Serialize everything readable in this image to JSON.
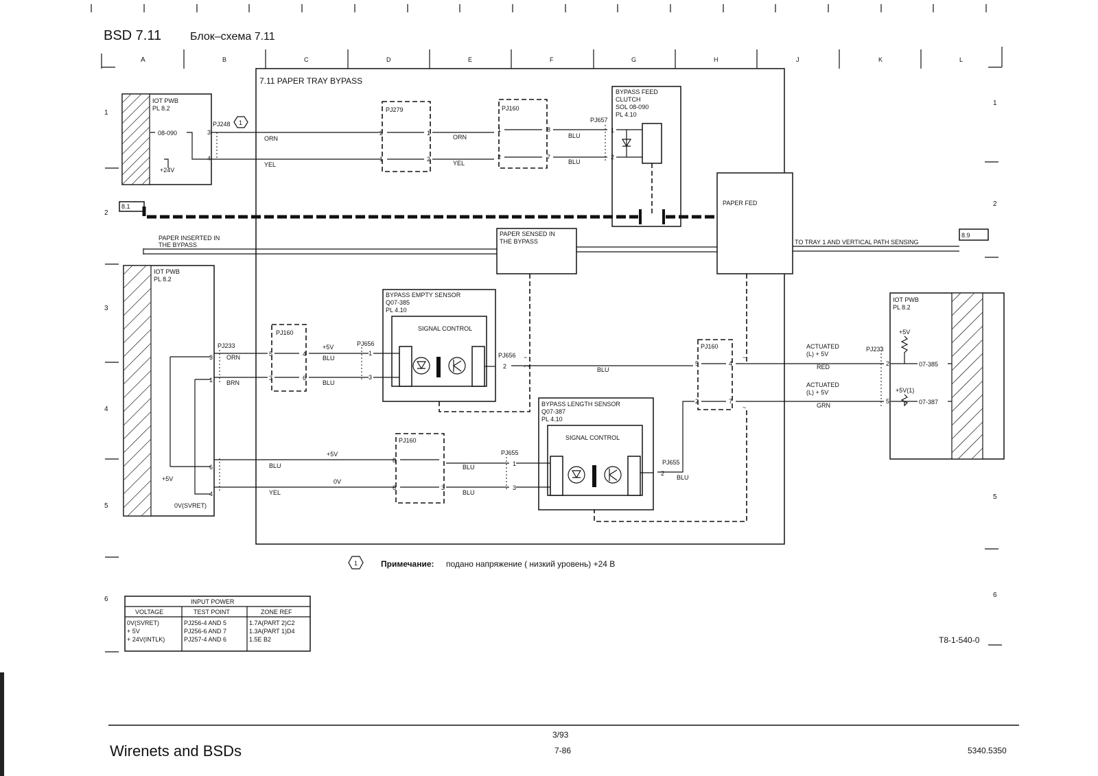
{
  "header": {
    "code": "BSD 7.11",
    "title_ru": "Блок–схема 7.11"
  },
  "grid": {
    "columns": [
      "A",
      "B",
      "C",
      "D",
      "E",
      "F",
      "G",
      "H",
      "J",
      "K",
      "L"
    ],
    "rows": [
      "1",
      "2",
      "3",
      "4",
      "5",
      "6"
    ]
  },
  "diagram": {
    "section_title": "7.11 PAPER TRAY BYPASS",
    "iot_top": {
      "label1": "IOT PWB",
      "label2": "PL 8.2",
      "signal": "08-090",
      "voltage": "+24V",
      "pin3": "3",
      "pin4": "4"
    },
    "pj248": "PJ248",
    "pj279": "PJ279",
    "pj160": "PJ160",
    "pj657": "PJ657",
    "wires_top": {
      "orn": "ORN",
      "yel": "YEL",
      "blu": "BLU"
    },
    "pins_top": {
      "p2": "2",
      "p1": "1",
      "p8": "8",
      "p7": "7"
    },
    "clutch": {
      "l1": "BYPASS FEED",
      "l2": "CLUTCH",
      "l3": "SOL 08-090",
      "l4": "PL 4.10"
    },
    "ref_81": "8.1",
    "ref_89": "8.9",
    "paper_fed": "PAPER FED",
    "paper_inserted": {
      "l1": "PAPER INSERTED IN",
      "l2": "THE BYPASS"
    },
    "paper_sensed": {
      "l1": "PAPER SENSED IN",
      "l2": "THE BYPASS"
    },
    "to_tray": "TO TRAY 1 AND VERTICAL PATH SENSING",
    "iot_left": {
      "label1": "IOT PWB",
      "label2": "PL 8.2",
      "v5": "+5V",
      "v0": "0V(SVRET)",
      "pj": "PJ233"
    },
    "wires_mid": {
      "orn": "ORN",
      "brn": "BRN",
      "plus5": "+5V",
      "blu": "BLU",
      "zero": "0V",
      "yel": "YEL"
    },
    "pj656": "PJ656",
    "pj655": "PJ655",
    "empty_sensor": {
      "l1": "BYPASS EMPTY SENSOR",
      "l2": "Q07-385",
      "l3": "PL 4.10",
      "ctrl": "SIGNAL CONTROL"
    },
    "length_sensor": {
      "l1": "BYPASS LENGTH SENSOR",
      "l2": "Q07-387",
      "l3": "PL 4.10",
      "ctrl": "SIGNAL CONTROL"
    },
    "actuated1": {
      "l1": "ACTUATED",
      "l2": "(L) + 5V",
      "color": "RED"
    },
    "actuated2": {
      "l1": "ACTUATED",
      "l2": "(L) + 5V",
      "color": "GRN"
    },
    "iot_right": {
      "label1": "IOT PWB",
      "label2": "PL 8.2",
      "s1": "07-385",
      "s2": "07-387",
      "v1": "+5V",
      "v2": "+5V(1)",
      "pj": "PJ233"
    },
    "note_ru": {
      "bold": "Примечание:",
      "text": "подано напряжение ( низкий уровень) +24 В"
    }
  },
  "input_power": {
    "title": "INPUT POWER",
    "headers": [
      "VOLTAGE",
      "TEST POINT",
      "ZONE REF"
    ],
    "rows": [
      [
        "0V(SVRET)",
        "PJ256-4 AND 5",
        "1.7A(PART 2)C2"
      ],
      [
        "+ 5V",
        "PJ256-6 AND 7",
        "1.3A(PART 1)D4"
      ],
      [
        "+ 24V(INTLK)",
        "PJ257-4 AND 6",
        "1.5E         B2"
      ]
    ]
  },
  "footer": {
    "doc_id": "T8-1-540-0",
    "page": "3/93",
    "page_sub": "7-86",
    "left_text": "Wirenets and BSDs",
    "right_code": "5340.5350"
  }
}
